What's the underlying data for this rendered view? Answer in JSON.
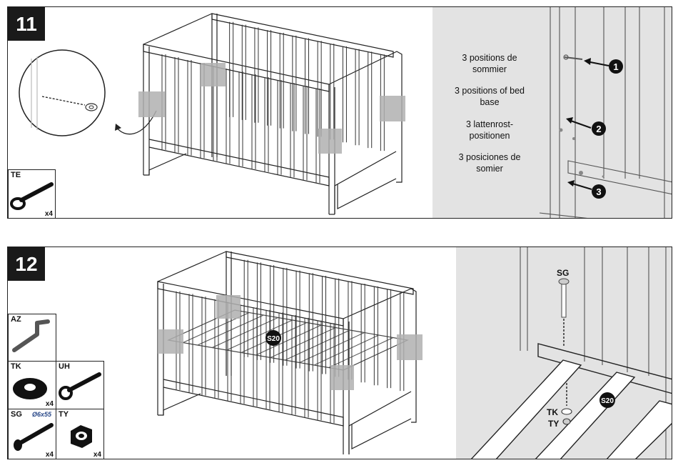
{
  "step11": {
    "number": "11",
    "part_te": {
      "code": "TE",
      "qty": "x4"
    },
    "positions_text": {
      "fr": "3 positions de sommier",
      "en": "3 positions of bed base",
      "de": "3 lattenrost-positionen",
      "es": "3 posiciones de somier"
    },
    "markers": [
      "1",
      "2",
      "3"
    ]
  },
  "step12": {
    "number": "12",
    "parts": [
      {
        "code": "AZ",
        "qty": ""
      },
      {
        "code": "TK",
        "qty": "x4"
      },
      {
        "code": "UH",
        "qty": ""
      },
      {
        "code": "SG",
        "qty": "x4",
        "dim": "Ø6x55"
      },
      {
        "code": "TY",
        "qty": "x4"
      }
    ],
    "s20_label": "S20",
    "detail_labels": {
      "sg": "SG",
      "tk": "TK",
      "ty": "TY",
      "s20": "S20"
    }
  },
  "colors": {
    "panel_border": "#222222",
    "detail_bg": "#e3e3e3",
    "step_bg": "#1a1a1a",
    "highlight": "#b0b0b0"
  }
}
